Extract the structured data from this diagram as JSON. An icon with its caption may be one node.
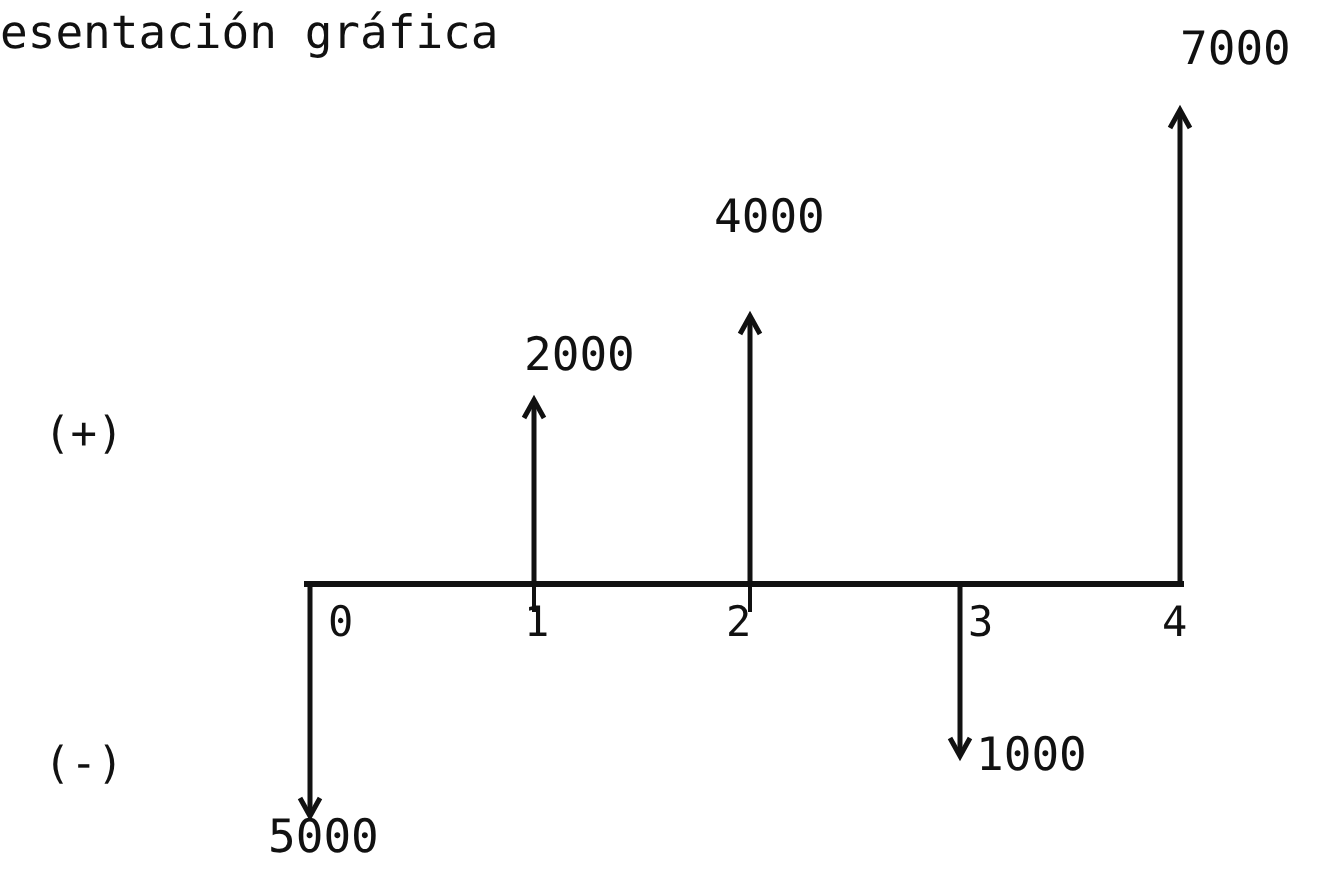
{
  "diagram": {
    "title": "esentación gráfica",
    "labels": [
      "7000",
      "4000",
      "2000",
      "(+)",
      "0",
      "1",
      "2",
      "3",
      "4",
      "(-)",
      "1000",
      "5000"
    ]
  }
}
